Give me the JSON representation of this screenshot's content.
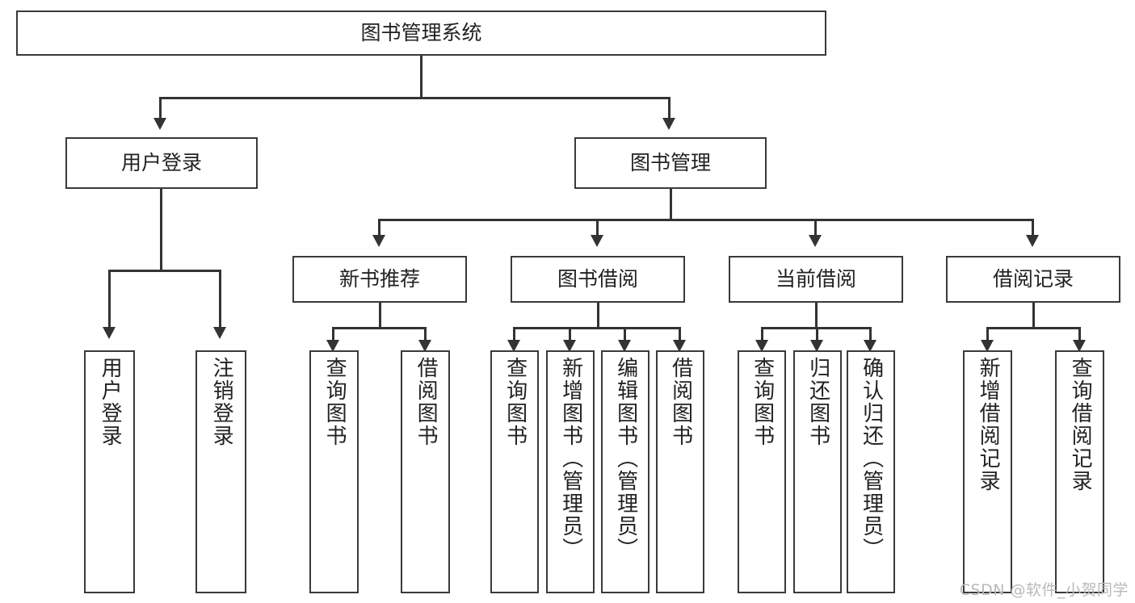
{
  "diagram": {
    "title": "图书管理系统",
    "type": "tree",
    "watermark": "CSDN @软件_小贺同学",
    "accent_color": "#333333",
    "box_border_color": "#3a3a3a",
    "background_color": "#ffffff",
    "root": {
      "label": "图书管理系统"
    },
    "level2": [
      {
        "label": "用户登录"
      },
      {
        "label": "图书管理"
      }
    ],
    "level3": [
      {
        "label": "新书推荐"
      },
      {
        "label": "图书借阅"
      },
      {
        "label": "当前借阅"
      },
      {
        "label": "借阅记录"
      }
    ],
    "leaves": {
      "user_login": [
        {
          "label": "用户登录"
        },
        {
          "label": "注销登录"
        }
      ],
      "new_book": [
        {
          "label": "查询图书"
        },
        {
          "label": "借阅图书"
        }
      ],
      "book_borrow": [
        {
          "label": "查询图书"
        },
        {
          "label": "新增图书（管理员）"
        },
        {
          "label": "编辑图书（管理员）"
        },
        {
          "label": "借阅图书"
        }
      ],
      "current_borrow": [
        {
          "label": "查询图书"
        },
        {
          "label": "归还图书"
        },
        {
          "label": "确认归还（管理员）"
        }
      ],
      "borrow_record": [
        {
          "label": "新增借阅记录"
        },
        {
          "label": "查询借阅记录"
        }
      ]
    }
  }
}
